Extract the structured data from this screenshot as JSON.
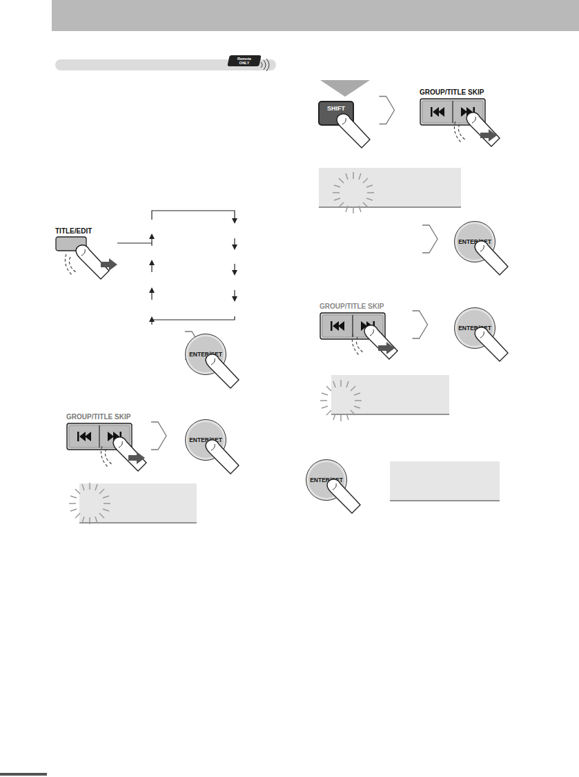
{
  "diagram": {
    "nodes": [
      {
        "text": [
          "TITLE/EDIT"
        ]
      },
      {
        "text": [
          "ENTER/SET"
        ]
      },
      {
        "text": [
          "GROUP/TITLE SKIP"
        ]
      },
      {
        "text": [
          "ENTER/SET"
        ]
      },
      {
        "text": [
          "SHIFT"
        ]
      },
      {
        "text": [
          "GROUP/TITLE SKIP"
        ]
      },
      {
        "text": [
          "ENTER/SET"
        ]
      },
      {
        "text": [
          "GROUP/TITLE SKIP"
        ]
      },
      {
        "text": [
          "ENTER/SET"
        ]
      },
      {
        "text": [
          "ENTER/SET"
        ]
      }
    ],
    "edges": [
      {
        "from": 4,
        "to": 5,
        "arrow": "to"
      },
      {
        "from": 2,
        "to": 3,
        "arrow": "to"
      },
      {
        "from": 7,
        "to": 8,
        "arrow": "to"
      }
    ],
    "labels": [
      "Remote ONLY"
    ]
  }
}
